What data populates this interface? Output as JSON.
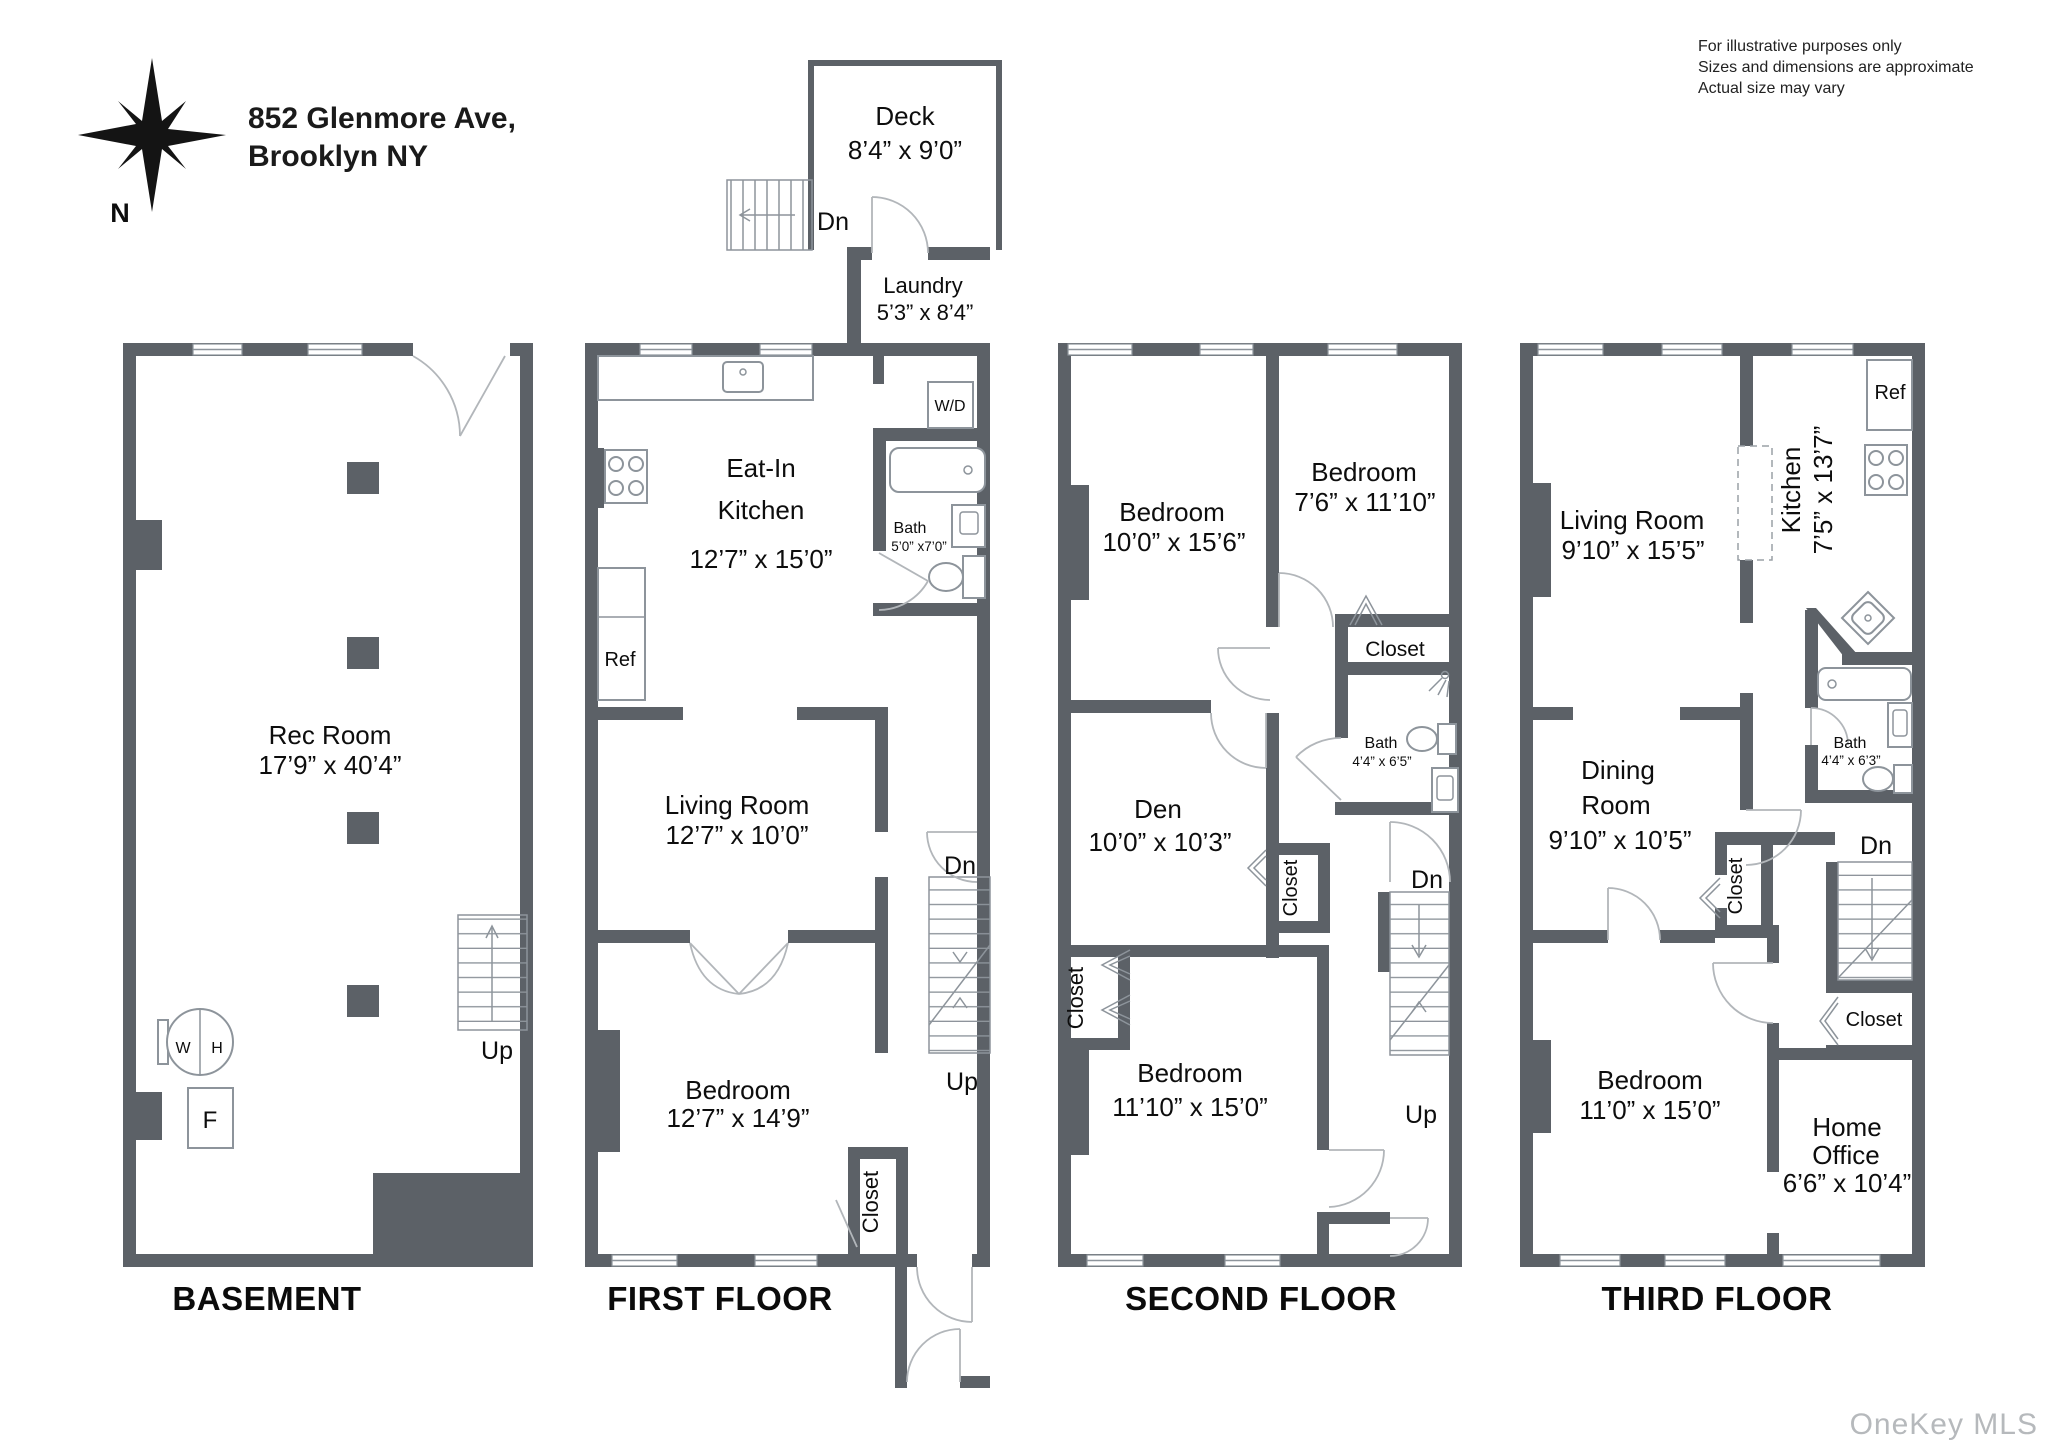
{
  "header": {
    "address_line1": "852 Glenmore Ave,",
    "address_line2": "Brooklyn NY",
    "compass_n": "N",
    "disclaimer_line1": "For illustrative purposes only",
    "disclaimer_line2": "Sizes and dimensions are approximate",
    "disclaimer_line3": "Actual size may vary"
  },
  "footer": {
    "watermark": "OneKey MLS"
  },
  "colors": {
    "wall": "#5c6167",
    "fixture_line": "#8d949b",
    "door_arc": "#b2b6ba",
    "text": "#0d0d0d",
    "watermark": "#b6b9bc"
  },
  "floors": {
    "basement": {
      "title": "BASEMENT",
      "rec_room_name": "Rec Room",
      "rec_room_dims": "17’9” x 40’4”",
      "water_heater_w": "W",
      "water_heater_h": "H",
      "furnace": "F",
      "stairs_up": "Up"
    },
    "first": {
      "title": "FIRST FLOOR",
      "deck_name": "Deck",
      "deck_dims": "8’4” x 9’0”",
      "deck_stairs_dn": "Dn",
      "laundry_name": "Laundry",
      "laundry_dims": "5’3” x 8’4”",
      "wd": "W/D",
      "kitchen_name1": "Eat-In",
      "kitchen_name2": "Kitchen",
      "kitchen_dims": "12’7” x 15’0”",
      "bath_name": "Bath",
      "bath_dims": "5’0” x7’0”",
      "ref": "Ref",
      "living_name": "Living Room",
      "living_dims": "12’7” x 10’0”",
      "stairs_dn": "Dn",
      "stairs_up": "Up",
      "bedroom_name": "Bedroom",
      "bedroom_dims": "12’7” x 14’9”",
      "closet": "Closet"
    },
    "second": {
      "title": "SECOND FLOOR",
      "bedroom1_name": "Bedroom",
      "bedroom1_dims": "10’0” x 15’6”",
      "bedroom2_name": "Bedroom",
      "bedroom2_dims": "7’6” x 11’10”",
      "closet1": "Closet",
      "bath_name": "Bath",
      "bath_dims": "4’4” x 6’5”",
      "den_name": "Den",
      "den_dims": "10’0” x 10’3”",
      "closet2": "Closet",
      "closet3": "Closet",
      "stairs_dn": "Dn",
      "stairs_up": "Up",
      "bedroom3_name": "Bedroom",
      "bedroom3_dims": "11’10” x 15’0”"
    },
    "third": {
      "title": "THIRD FLOOR",
      "living_name": "Living Room",
      "living_dims": "9’10” x 15’5”",
      "kitchen_name": "Kitchen",
      "kitchen_dims": "7’5” x 13’7”",
      "ref": "Ref",
      "bath_name": "Bath",
      "bath_dims": "4’4” x 6’3”",
      "dining_name1": "Dining",
      "dining_name2": "Room",
      "dining_dims": "9’10” x 10’5”",
      "closet1": "Closet",
      "stairs_dn": "Dn",
      "closet2": "Closet",
      "bedroom_name": "Bedroom",
      "bedroom_dims": "11’0” x 15’0”",
      "office_name1": "Home",
      "office_name2": "Office",
      "office_dims": "6’6” x 10’4”"
    }
  }
}
